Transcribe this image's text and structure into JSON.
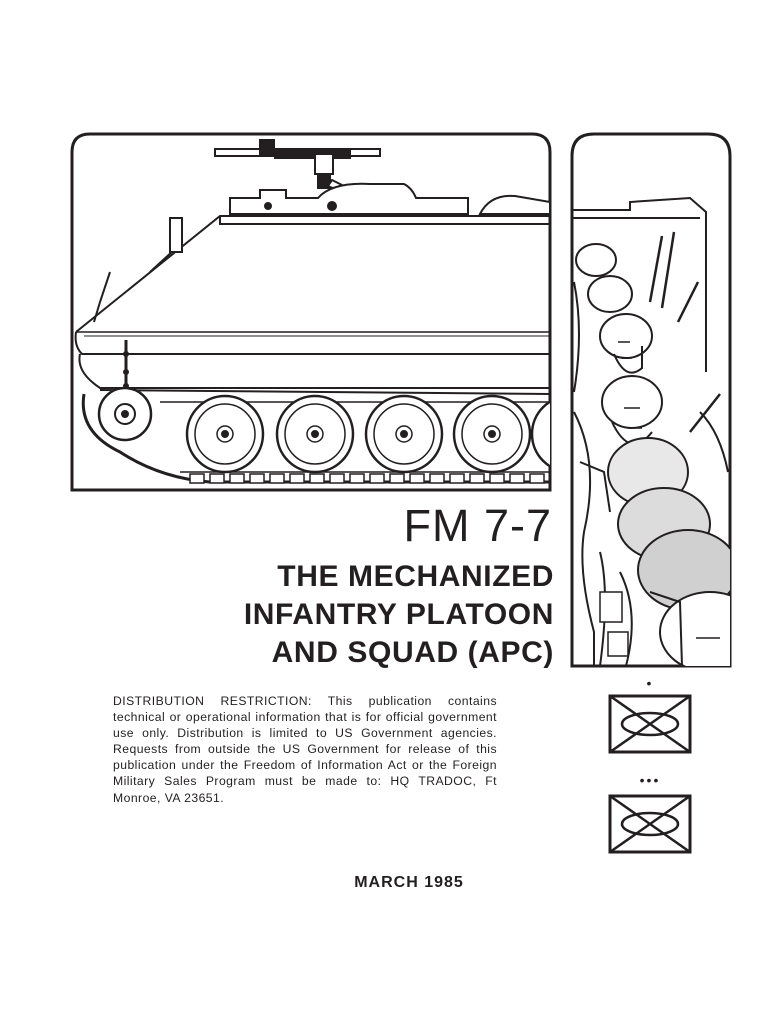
{
  "document": {
    "fm_number": "FM 7-7",
    "title_lines": [
      "THE MECHANIZED",
      "INFANTRY PLATOON",
      "AND SQUAD (APC)"
    ],
    "distribution_restriction": "DISTRIBUTION RESTRICTION: This publication contains technical or operational information that is for official government use only. Distribution is limited to US Government agencies. Requests from outside the US Government for release of this publication under the Freedom of Information Act or the Foreign Military Sales Program must be made to: HQ TRADOC, Ft Monroe, VA 23651.",
    "date": "MARCH 1985"
  },
  "illustrations": {
    "apc": "armored-personnel-carrier-illustration",
    "troops": "infantry-soldiers-illustration"
  },
  "unit_symbols": [
    {
      "name": "mechanized-infantry-platoon-symbol",
      "size_marker": "•"
    },
    {
      "name": "mechanized-infantry-squad-symbol",
      "size_marker": "•••"
    }
  ]
}
